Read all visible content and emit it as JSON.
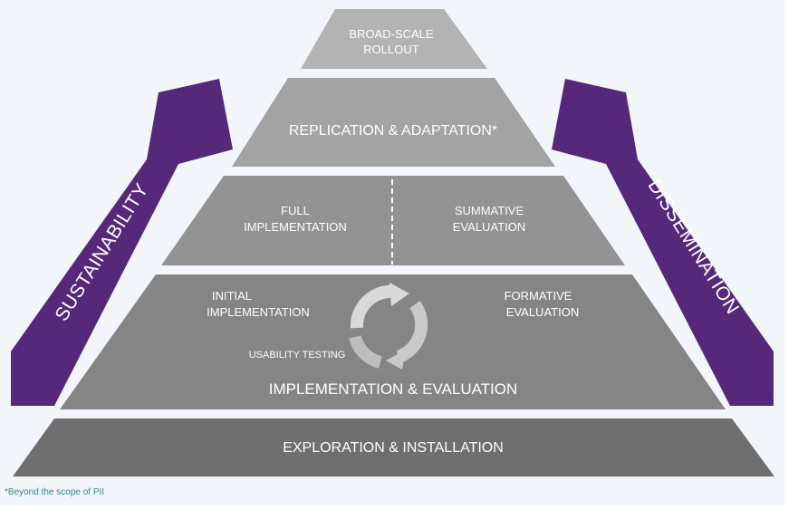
{
  "diagram": {
    "tiers": {
      "top": {
        "line1": "BROAD-SCALE",
        "line2": "ROLLOUT"
      },
      "second": {
        "label": "REPLICATION & ADAPTATION*"
      },
      "third": {
        "left_line1": "FULL",
        "left_line2": "IMPLEMENTATION",
        "right_line1": "SUMMATIVE",
        "right_line2": "EVALUATION"
      },
      "fourth": {
        "left_line1": "INITIAL",
        "left_line2": "IMPLEMENTATION",
        "right_line1": "FORMATIVE",
        "right_line2": "EVALUATION",
        "cycle_label": "USABILITY TESTING",
        "label": "IMPLEMENTATION & EVALUATION"
      },
      "base": {
        "label": "EXPLORATION & INSTALLATION"
      }
    },
    "arrows": {
      "left": "SUSTAINABILITY",
      "right": "DISSEMINATION"
    },
    "footnote": "*Beyond the scope of PII"
  },
  "colors": {
    "panel_bg": "#f2f5fa",
    "tier_top": "#b3b3b3",
    "tier_second": "#a3a3a3",
    "tier_third": "#939393",
    "tier_fourth": "#858585",
    "tier_base": "#6f6f6f",
    "arrow": "#56287a",
    "cycle_arrows": "#d6d6d6",
    "footnote": "#2f8a8a"
  },
  "icons": [
    "cycle-arrows-icon"
  ]
}
